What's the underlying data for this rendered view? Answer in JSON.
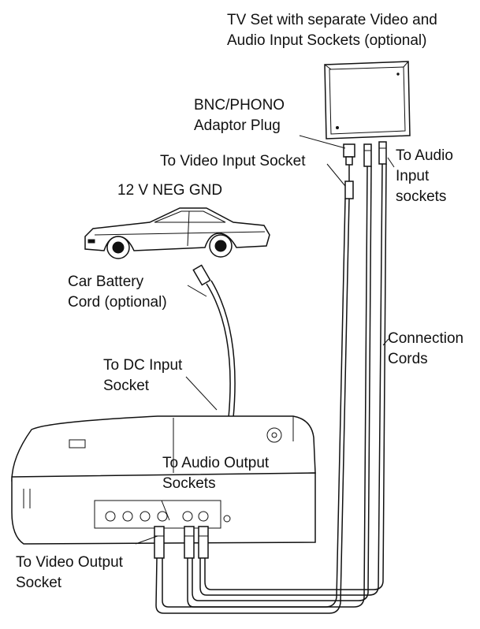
{
  "labels": {
    "tv_line1": "TV Set with separate Video and",
    "tv_line2": "Audio Input Sockets (optional)",
    "bnc_line1": "BNC/PHONO",
    "bnc_line2": "Adaptor Plug",
    "video_input": "To Video Input Socket",
    "audio_in_line1": "To Audio",
    "audio_in_line2": "Input",
    "audio_in_line3": "sockets",
    "car_power": "12 V NEG GND",
    "battery_line1": "Car Battery",
    "battery_line2": "Cord (optional)",
    "connection_line1": "Connection",
    "connection_line2": "Cords",
    "dc_line1": "To DC Input",
    "dc_line2": "Socket",
    "audio_out_line1": "To Audio Output",
    "audio_out_line2": "Sockets",
    "video_out_line1": "To Video Output",
    "video_out_line2": "Socket"
  }
}
